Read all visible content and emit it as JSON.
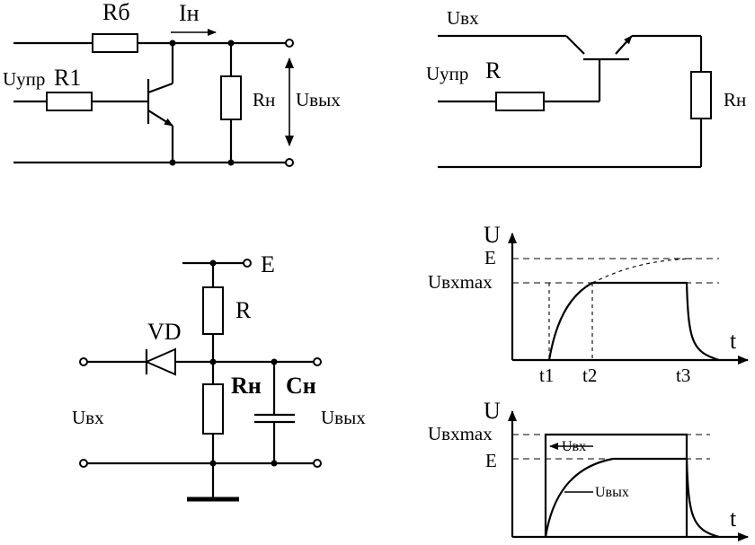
{
  "circuit1": {
    "rb": "Rб",
    "in": "Iн",
    "uupr": "Uупр",
    "r1": "R1",
    "rn": "Rн",
    "uvyh": "Uвых"
  },
  "circuit2": {
    "uvx": "Uвх",
    "uupr": "Uупр",
    "r": "R",
    "rn": "Rн"
  },
  "circuit3": {
    "e": "E",
    "r": "R",
    "vd": "VD",
    "rn": "Rн",
    "cn": "Сн",
    "uvx": "Uвх",
    "uvyh": "Uвых"
  },
  "graph1": {
    "u_axis": "U",
    "t_axis": "t",
    "e": "E",
    "uvxmax": "Uвхmax",
    "t1": "t1",
    "t2": "t2",
    "t3": "t3"
  },
  "graph2": {
    "u_axis": "U",
    "t_axis": "t",
    "uvxmax": "Uвхmax",
    "e": "E",
    "uvx": "Uвх",
    "uvyh": "Uвых"
  }
}
